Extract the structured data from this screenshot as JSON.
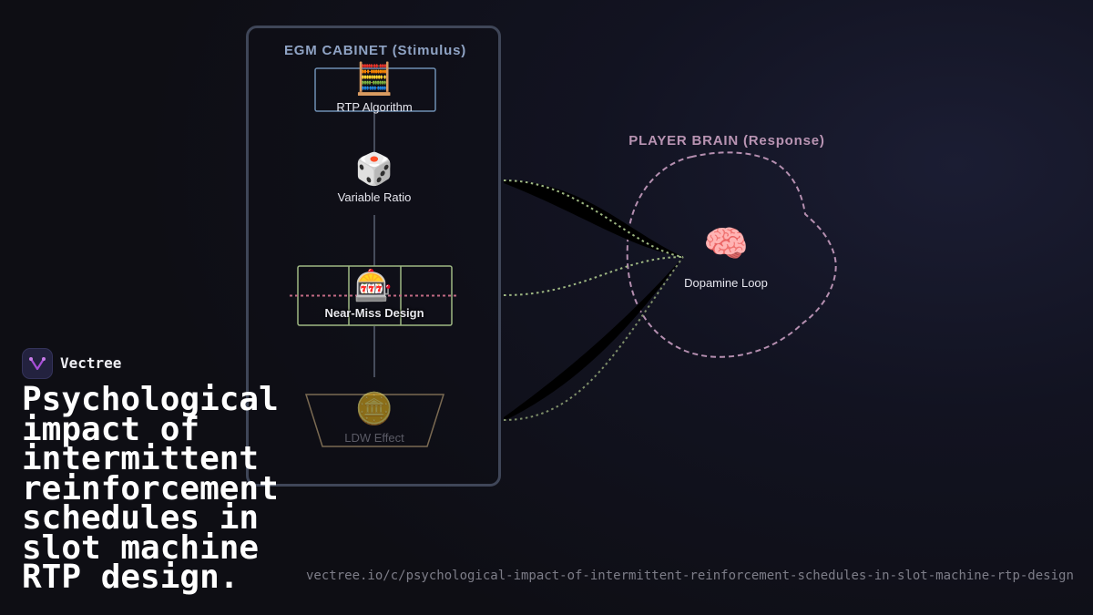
{
  "diagram": {
    "cabinet_title": "EGM CABINET (Stimulus)",
    "brain_title": "PLAYER BRAIN (Response)",
    "nodes": {
      "rtp": {
        "icon": "abacus-icon",
        "glyph": "🧮",
        "label": "RTP Algorithm"
      },
      "variable_ratio": {
        "icon": "dice-icon",
        "glyph": "🎲",
        "label": "Variable Ratio"
      },
      "near_miss": {
        "icon": "slot-machine-icon",
        "glyph": "🎰",
        "label": "Near-Miss Design"
      },
      "ldw": {
        "icon": "coin-icon",
        "glyph": "🪙",
        "label": "LDW Effect"
      },
      "dopamine": {
        "icon": "brain-icon",
        "glyph": "🧠",
        "label": "Dopamine Loop"
      }
    },
    "colors": {
      "cabinet_border": "#3f4658",
      "cabinet_title": "#8fa3c4",
      "brain_outline": "#b58fb0",
      "flow_dots": "#9fb883",
      "near_miss_line": "#c26a84",
      "rtp_box": "#6e8fb3",
      "near_miss_box": "#9fb883",
      "ldw_box": "#7a6a52"
    }
  },
  "brand": {
    "name": "Vectree",
    "logo_icon": "vectree-logo-icon",
    "accent": "#a64dd6"
  },
  "headline": "Psychological impact of intermittent reinforcement schedules in slot machine RTP design.",
  "url": "vectree.io/c/psychological-impact-of-intermittent-reinforcement-schedules-in-slot-machine-rtp-design"
}
